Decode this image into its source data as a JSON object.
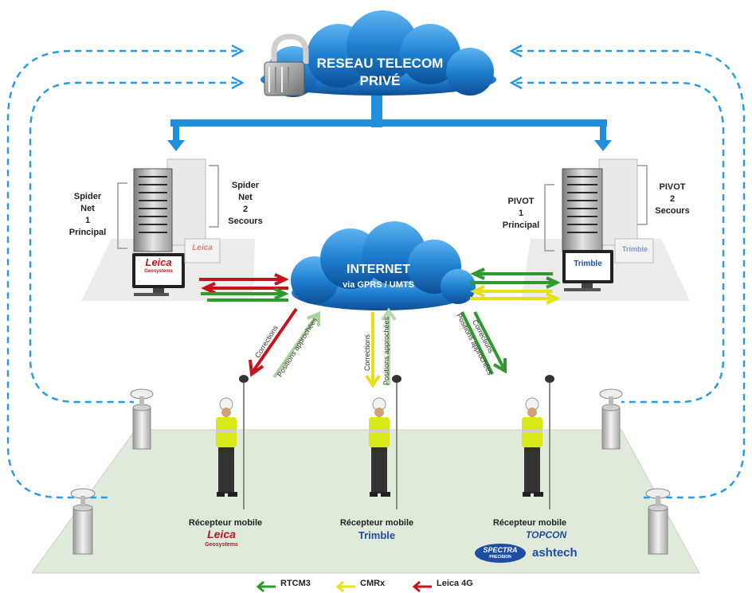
{
  "colors": {
    "cloud": "#1d79c9",
    "trunk": "#1e8fd8",
    "dashed": "#2a9be0",
    "rtcm3": "#2e9a2e",
    "cmrx": "#e6e01a",
    "leica4g": "#c0161e",
    "platform": "#dce9d6"
  },
  "clouds": {
    "telecom_line1": "RESEAU TELECOM",
    "telecom_line2": "PRIVÉ",
    "internet_line1": "INTERNET",
    "internet_line2": "via GPRS / UMTS"
  },
  "servers": {
    "spider1": [
      "Spider",
      "Net",
      "1",
      "Principal"
    ],
    "spider2": [
      "Spider",
      "Net",
      "2",
      "Secours"
    ],
    "pivot1": [
      "PIVOT",
      "1",
      "Principal"
    ],
    "pivot2": [
      "PIVOT",
      "2",
      "Secours"
    ]
  },
  "links": {
    "corrections": "Corrections",
    "positions": "Positions approchées"
  },
  "receivers": {
    "label": "Récepteur mobile",
    "brands": {
      "leica": "Leica",
      "geosystems": "Geosystems",
      "trimble": "Trimble",
      "topcon": "TOPCON",
      "spectra": "SPECTRA",
      "spectra_sub": "PRECISION",
      "ashtech": "ashtech"
    }
  },
  "legend": {
    "rtcm3": "RTCM3",
    "cmrx": "CMRx",
    "leica4g": "Leica 4G"
  },
  "icons": [
    "lock-icon",
    "server-rack-icon",
    "monitor-icon",
    "surveyor-icon",
    "gnss-antenna-pillar-icon"
  ]
}
